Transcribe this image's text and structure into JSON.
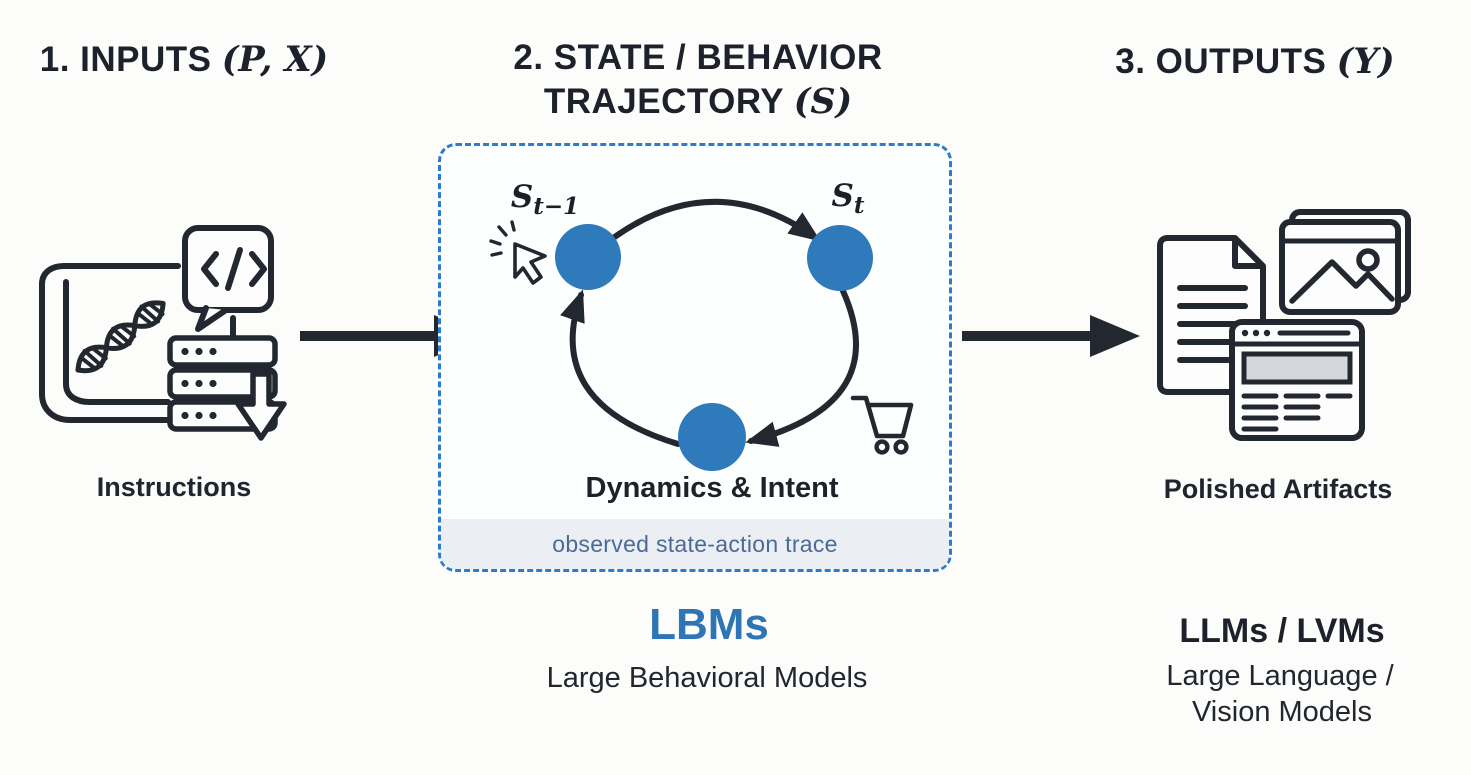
{
  "headings": {
    "inputs": {
      "label": "1. INPUTS",
      "math": "(P, X)"
    },
    "trajectory": {
      "line1": "2. STATE / BEHAVIOR",
      "line2": "TRAJECTORY",
      "math": "(S)"
    },
    "outputs": {
      "label": "3. OUTPUTS",
      "math": "(Y)"
    }
  },
  "inputs_column": {
    "caption": "Instructions",
    "icons": {
      "scroll": "scroll-icon",
      "dna": "dna-helix-icon",
      "code_chat": "code-chat-bubble-icon",
      "servers": "server-stack-icon",
      "download": "download-arrow-icon"
    }
  },
  "trajectory_box": {
    "state_prev": {
      "base": "S",
      "sub": "t−1"
    },
    "state_current": {
      "base": "S",
      "sub": "t"
    },
    "cycle_caption": "Dynamics & Intent",
    "banner_text": "observed state-action trace",
    "node_count": "3",
    "icons": {
      "cursor": "cursor-click-icon",
      "cart": "shopping-cart-icon"
    }
  },
  "outputs_column": {
    "caption": "Polished Artifacts",
    "icons": {
      "document": "document-icon",
      "photos": "photo-stack-icon",
      "browser": "browser-window-icon"
    }
  },
  "footers": {
    "lbm": {
      "abbr": "LBMs",
      "full": "Large Behavioral Models"
    },
    "llm": {
      "abbr": "LLMs / LVMs",
      "full_line1": "Large Language /",
      "full_line2": "Vision Models"
    }
  },
  "colors": {
    "ink": "#23272f",
    "node_blue": "#2e7aba",
    "dashed_border_blue": "#2b7ccd",
    "banner_bg": "#ebeef3",
    "banner_text": "#4b6a97",
    "accent_blue": "#2e75b6",
    "browser_banner_gray": "#d4d8dd"
  }
}
